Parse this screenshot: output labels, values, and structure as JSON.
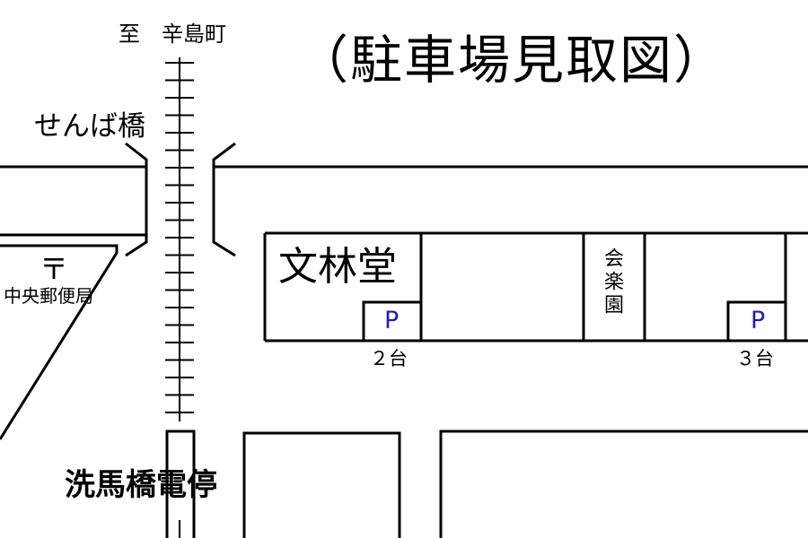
{
  "title": "（駐車場見取図）",
  "destination": "至　辛島町",
  "bridge": "せんば橋",
  "post_office": {
    "mark": "〒",
    "name": "中央郵便局"
  },
  "shop": "文林堂",
  "hall": "会楽園",
  "parking": [
    {
      "mark": "P",
      "count": "２台"
    },
    {
      "mark": "P",
      "count": "３台"
    }
  ],
  "tram_stop": "洗馬橋電停",
  "colors": {
    "line": "#000000",
    "parking_mark": "#1a1ad0",
    "background": "#ffffff"
  }
}
